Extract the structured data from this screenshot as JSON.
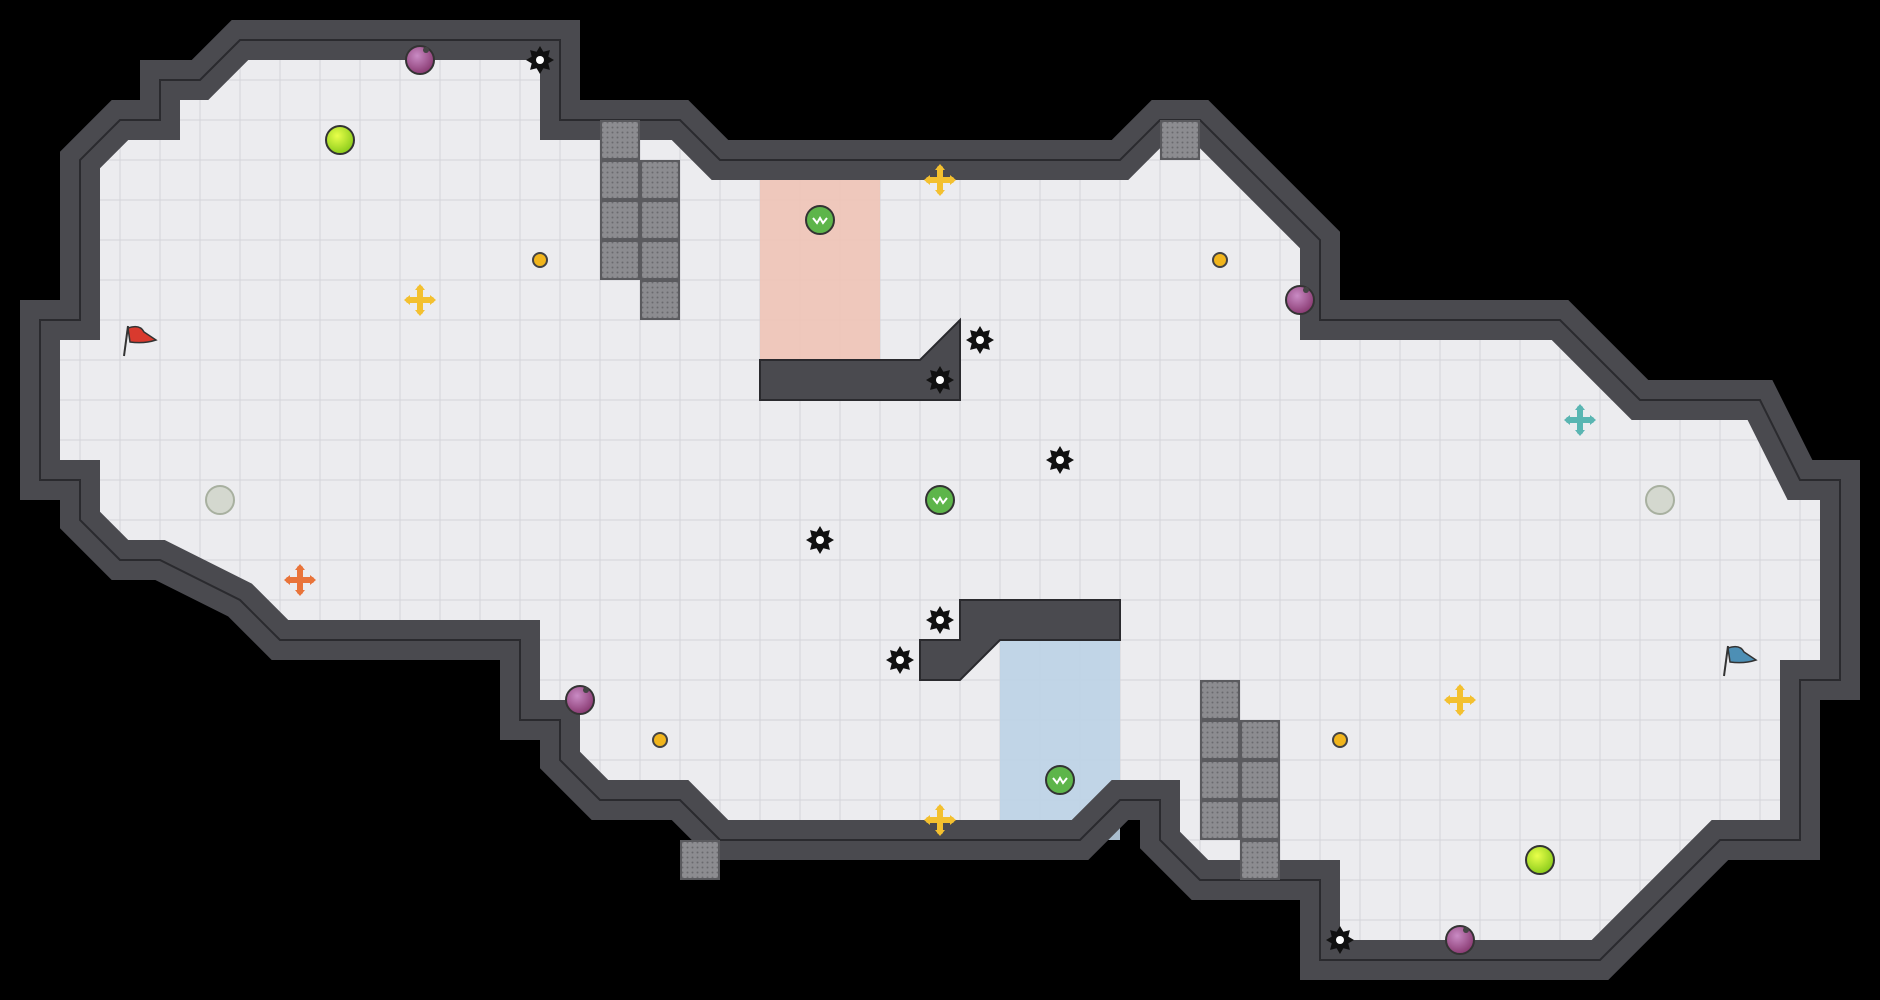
{
  "map": {
    "colors": {
      "void": "#000000",
      "floor": "#ececef",
      "gridline": "#d4d4da",
      "wall": "#4a4a4f",
      "red_zone": "#f0c4b6",
      "blue_zone": "#bcd3e6"
    },
    "flags": [
      {
        "team": "red",
        "color": "#d93a2e",
        "icon": "flag-icon"
      },
      {
        "team": "blue",
        "color": "#4d8fb5",
        "icon": "flag-icon"
      }
    ],
    "powerups": {
      "tagpro": "green-tagpro-ball",
      "bomb": "purple-rolling-bomb",
      "grip": "lime-juke-juice"
    },
    "spike_icon": "spike-icon",
    "boost_icon": "boost-arrows-icon",
    "portal_icon": "portal-icon"
  }
}
